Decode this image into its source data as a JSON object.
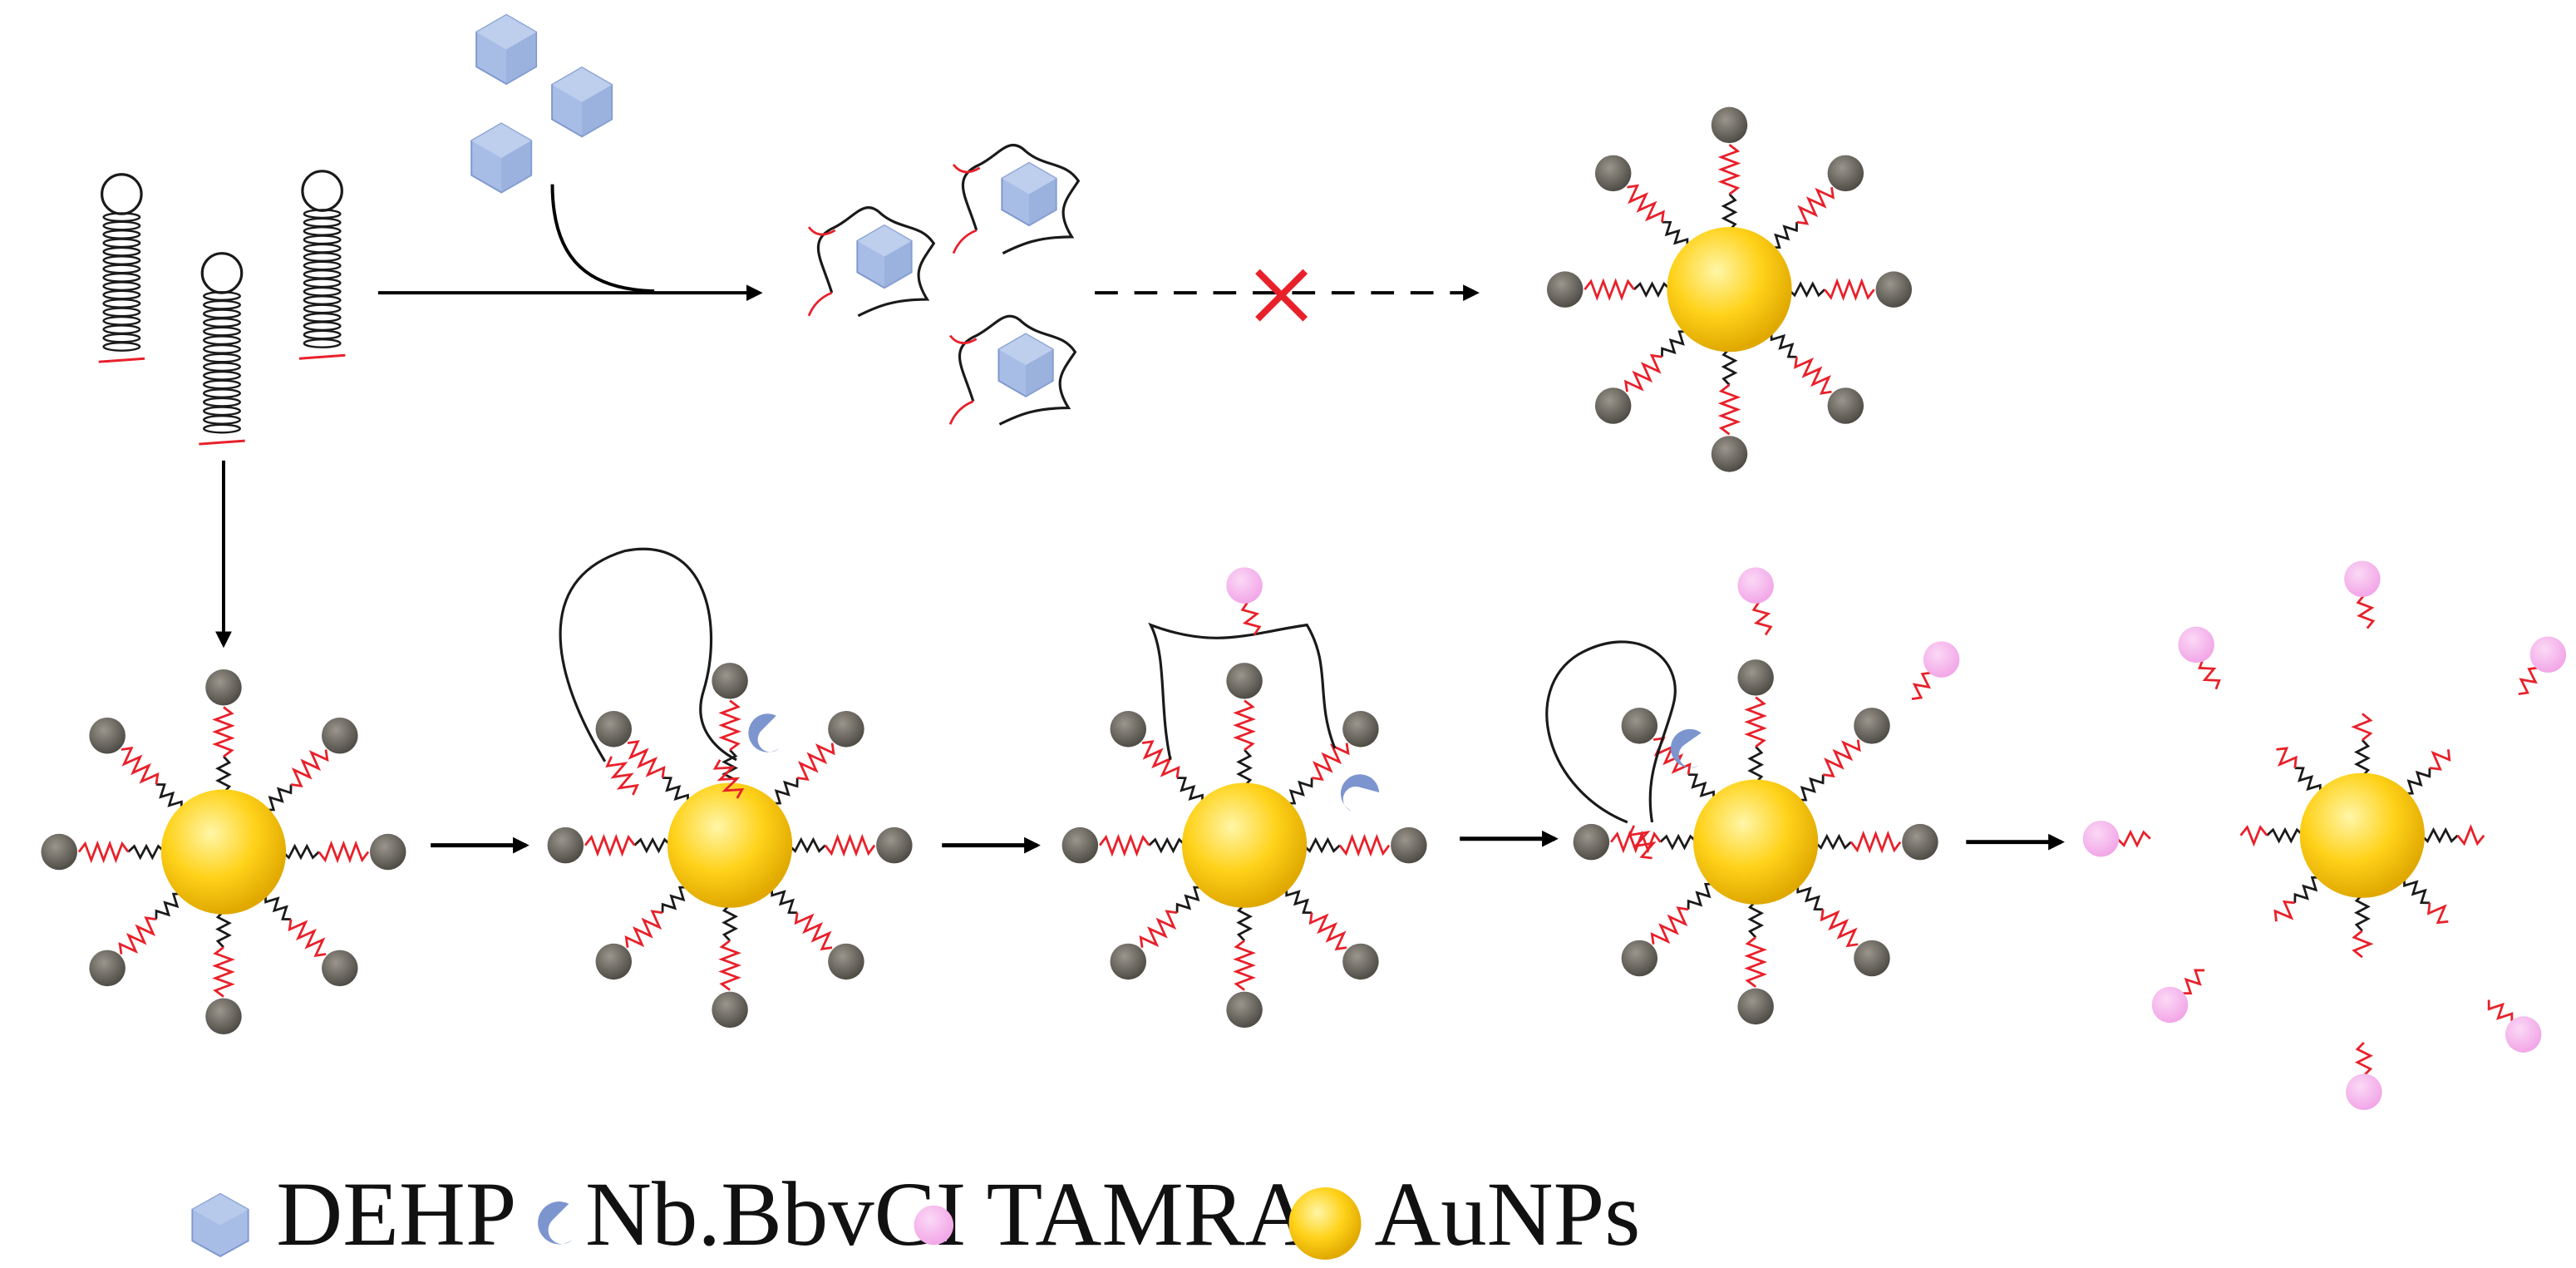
{
  "legend": {
    "dehp_label": "DEHP",
    "enzyme_label": "Nb.BbvCI",
    "tamra_label": "TAMRA",
    "aunp_label": "AuNPs"
  },
  "colors": {
    "gold_light": "#fff6a8",
    "gold": "#ffd21a",
    "gold_dark": "#e0a800",
    "bead": "#7a776f",
    "bead_dark": "#4f4c46",
    "red_strand": "#e8202a",
    "black_strand": "#1a1a1a",
    "dehp": "#a8bde6",
    "dehp_dark": "#7f98cf",
    "enzyme": "#7d95cf",
    "tamra": "#f6b4ec",
    "cross": "#e8202a"
  },
  "icons": {
    "dehp": "hexagon-icon",
    "enzyme": "crescent-icon",
    "tamra": "pink-dot-icon",
    "aunp": "gold-sphere-icon",
    "blocked": "red-x-icon"
  }
}
